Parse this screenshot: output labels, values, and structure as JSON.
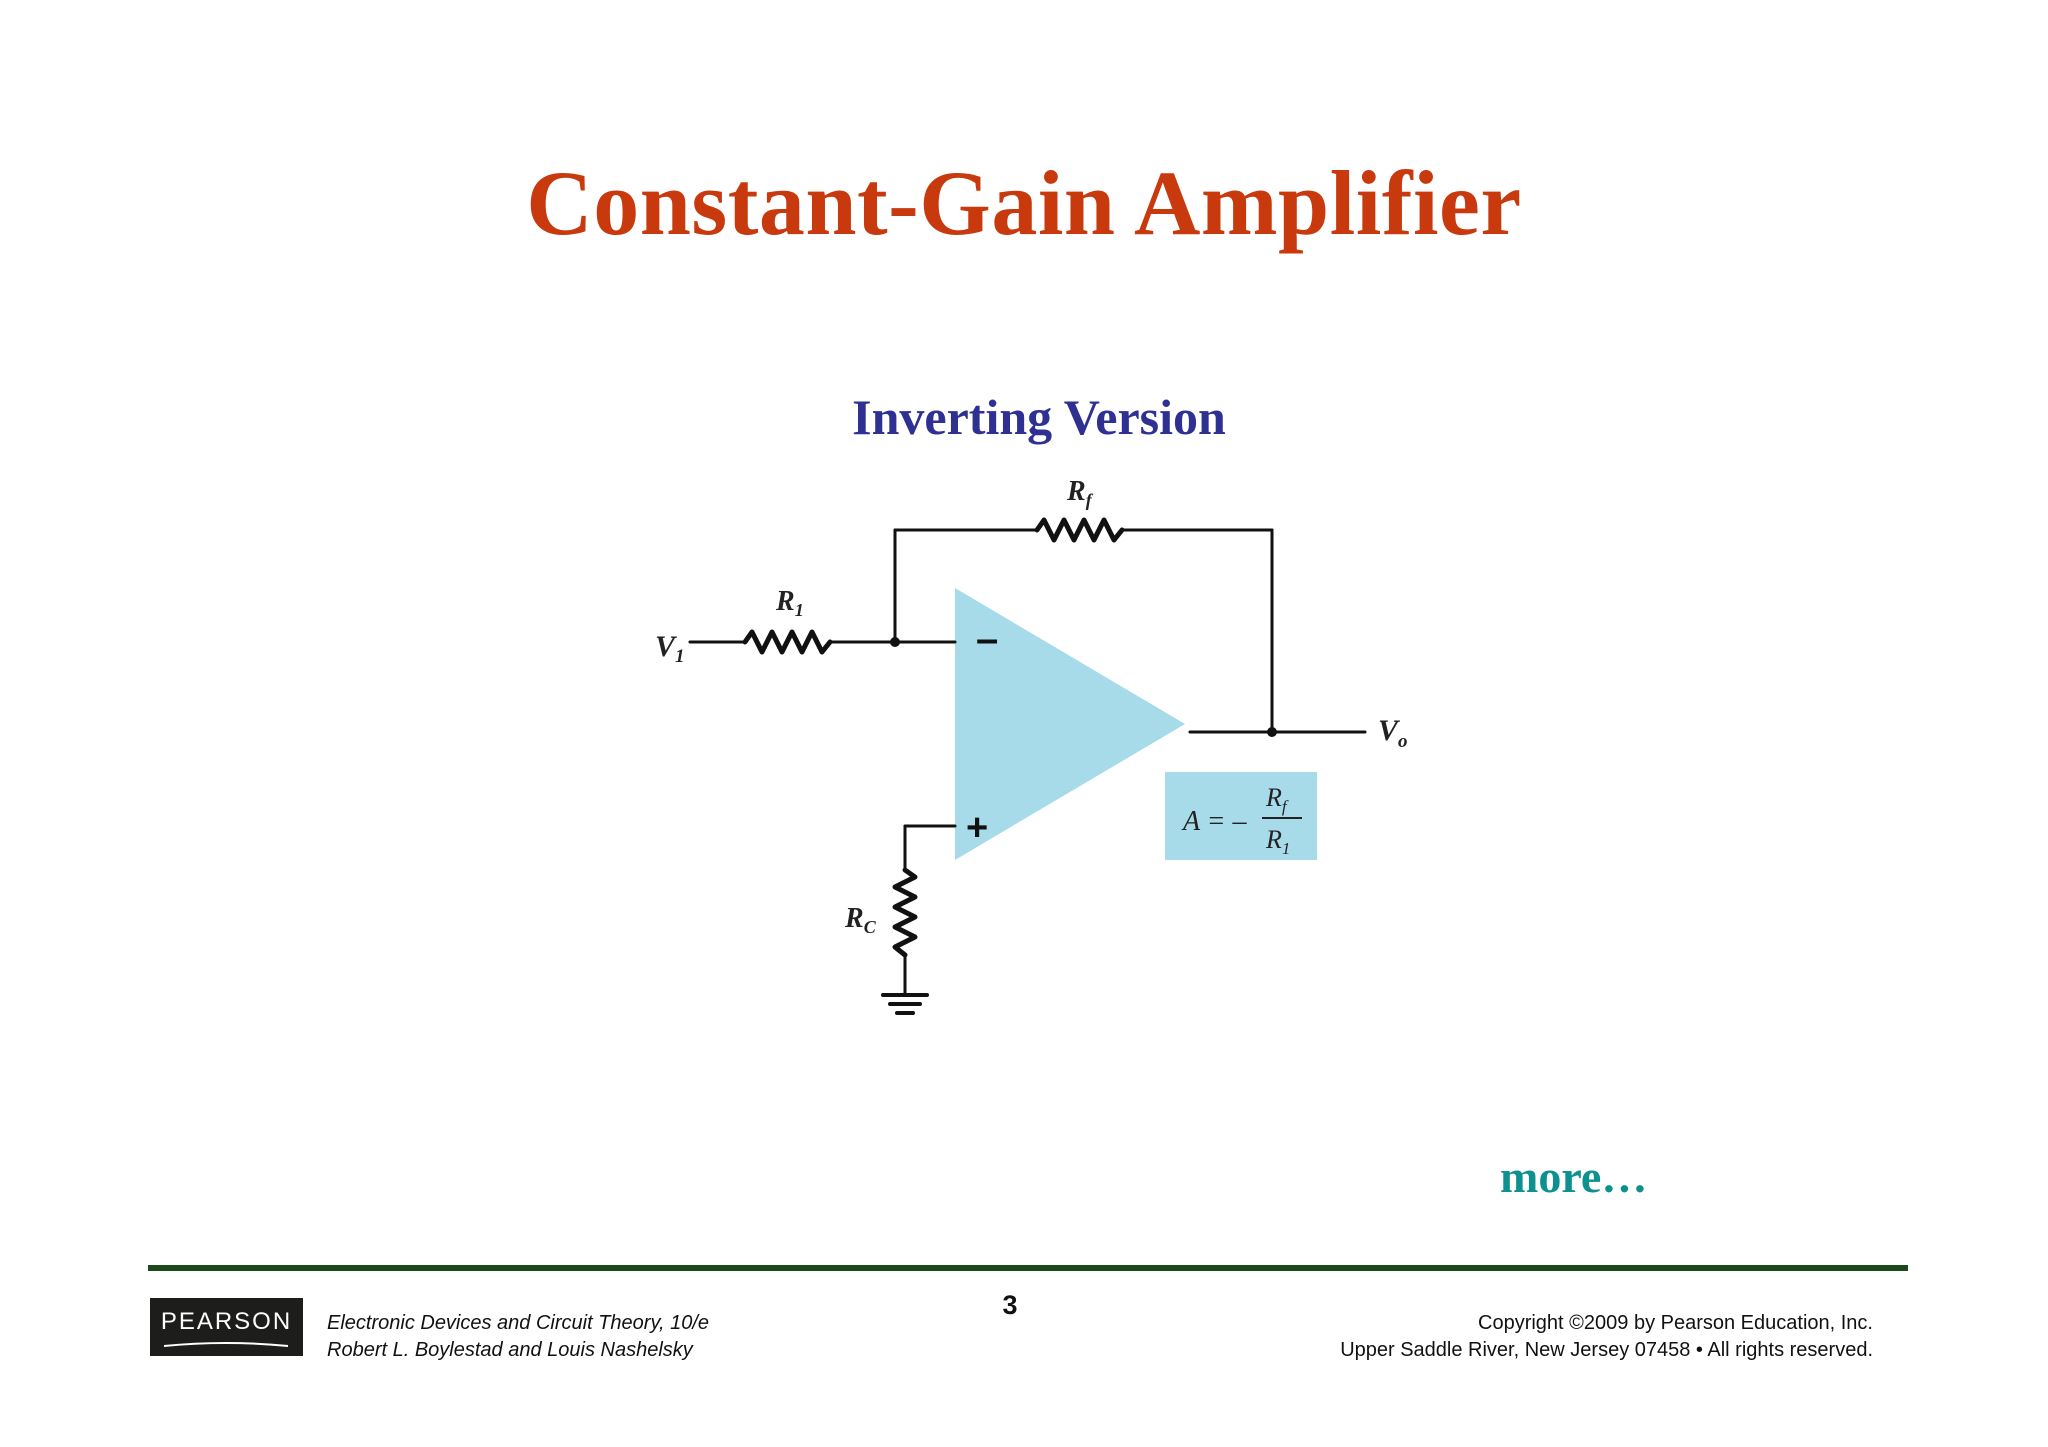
{
  "slide": {
    "title": "Constant-Gain Amplifier",
    "subtitle": "Inverting Version",
    "more_link": "more…",
    "page_number": "3"
  },
  "circuit": {
    "input_label": "V",
    "input_sub": "1",
    "r1_label": "R",
    "r1_sub": "1",
    "rf_label": "R",
    "rf_sub": "f",
    "rc_label": "R",
    "rc_sub": "C",
    "output_label": "V",
    "output_sub": "o",
    "minus_sign": "–",
    "plus_sign": "+",
    "gain_lhs": "A = –",
    "gain_num": "R",
    "gain_num_sub": "f",
    "gain_den": "R",
    "gain_den_sub": "1"
  },
  "footer": {
    "publisher": "PEARSON",
    "book_title": "Electronic Devices and Circuit Theory, 10/e",
    "authors": "Robert L. Boylestad and Louis Nashelsky",
    "copyright_line1": "Copyright ©2009 by Pearson Education, Inc.",
    "copyright_line2": "Upper Saddle River, New Jersey 07458 • All rights reserved."
  },
  "colors": {
    "title": "#c8390e",
    "subtitle": "#2e3192",
    "more": "#0d9090",
    "opamp_fill": "#a8dbea",
    "rule": "#1a4a1a"
  }
}
